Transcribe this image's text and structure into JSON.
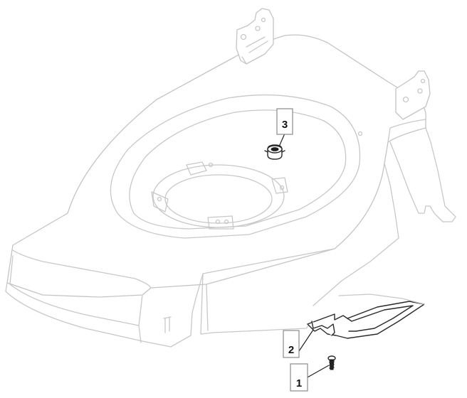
{
  "callouts": [
    {
      "id": "1",
      "label": "1"
    },
    {
      "id": "2",
      "label": "2"
    },
    {
      "id": "3",
      "label": "3"
    }
  ],
  "colors": {
    "deck_outline": "#c8c8c8",
    "part_outline": "#2a2a2a",
    "callout_border": "#8a8a8a"
  }
}
